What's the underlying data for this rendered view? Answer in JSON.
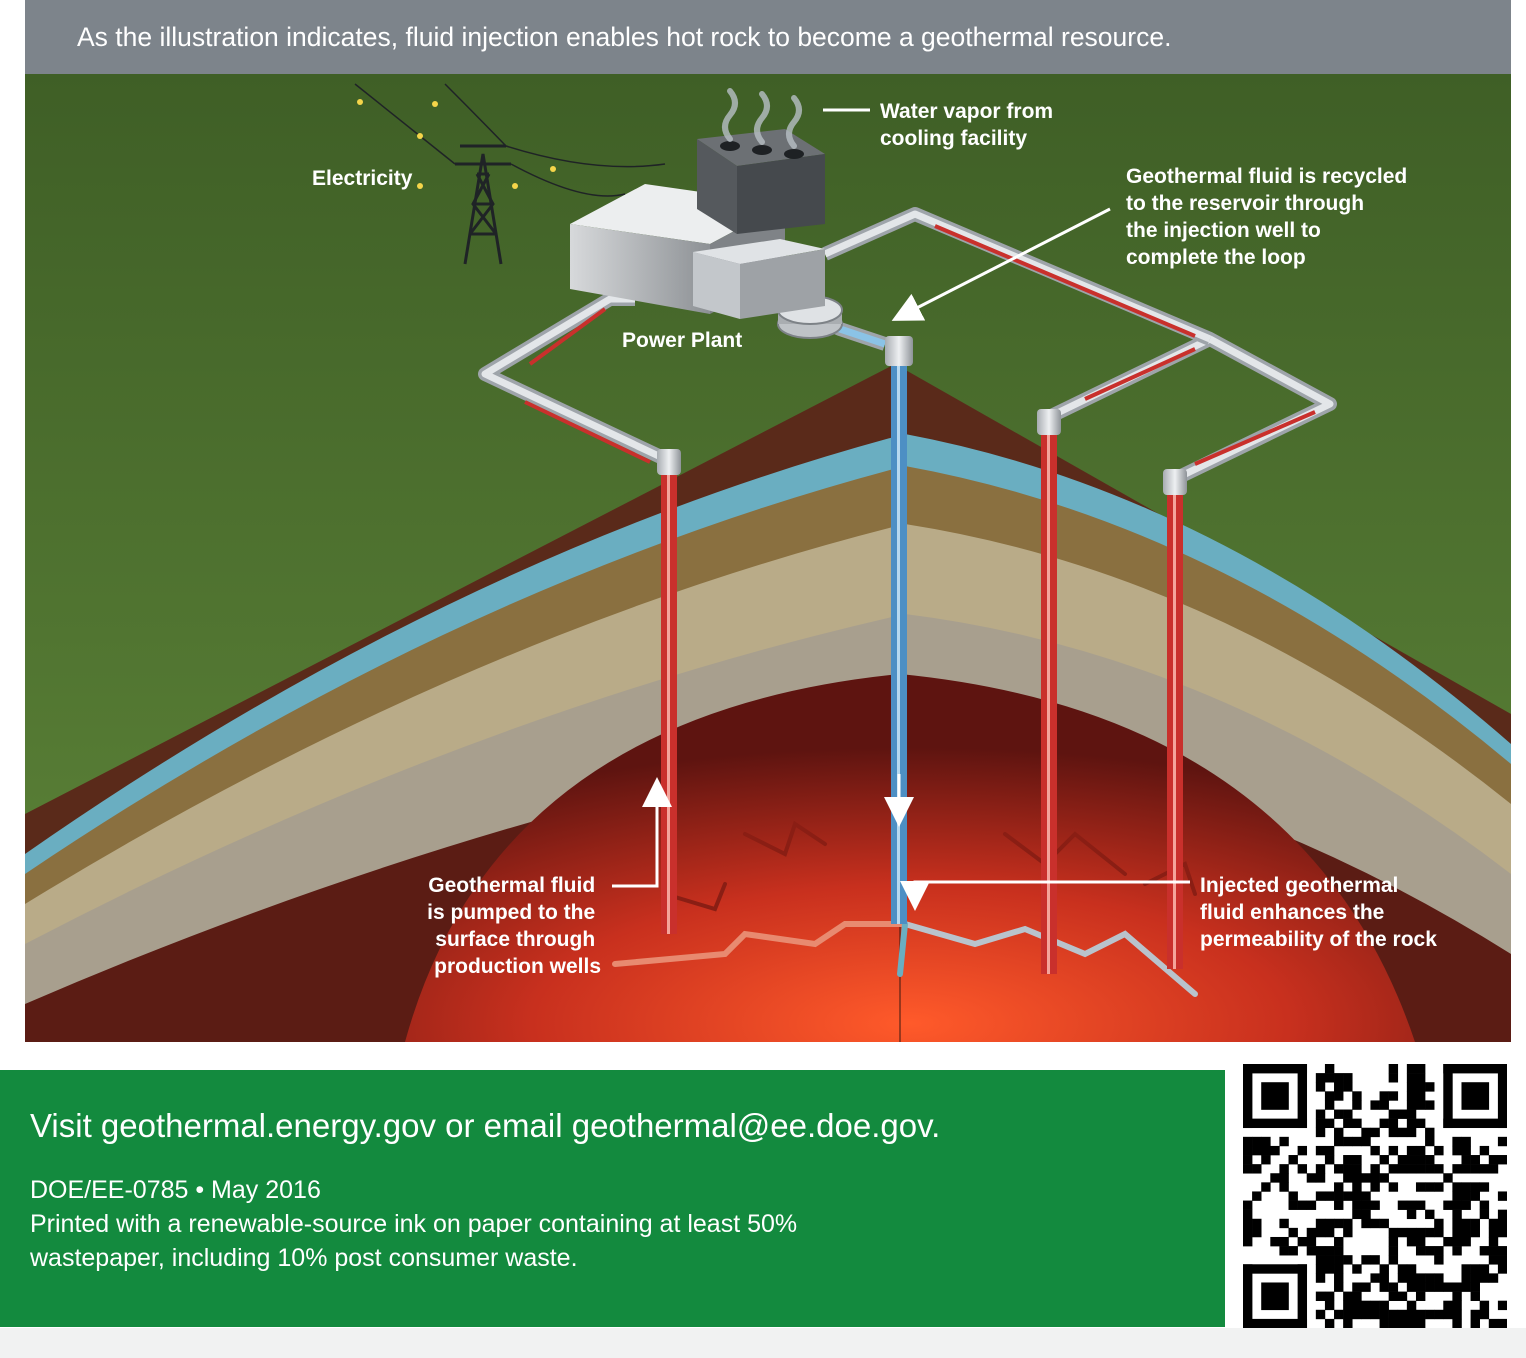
{
  "caption": "As the illustration indicates, fluid injection enables hot rock to become a geothermal resource.",
  "diagram": {
    "labels": {
      "water_vapor": [
        "Water vapor from",
        "cooling facility"
      ],
      "electricity": "Electricity",
      "power_plant": "Power Plant",
      "recycled": [
        "Geothermal fluid is recycled",
        "to the reservoir through",
        "the injection well to",
        "complete the loop"
      ],
      "pumped": [
        "Geothermal fluid",
        "is pumped to the",
        "surface through",
        "production wells"
      ],
      "injected": [
        "Injected geothermal",
        "fluid enhances the",
        "permeability of the rock"
      ]
    },
    "colors": {
      "ground": "#4f7131",
      "hot_rock": "#d8361f",
      "water_layer": "#6aaec1",
      "production_pipe": "#c9302c",
      "injection_pipe": "#4d8fc4"
    }
  },
  "footer": {
    "visit": "Visit geothermal.energy.gov or email geothermal@ee.doe.gov.",
    "doc_id": "DOE/EE-0785 • May 2016",
    "printed_line1": "Printed with a renewable-source ink on paper containing at least 50%",
    "printed_line2": "wastepaper, including 10% post consumer waste.",
    "brand_color": "#138a3e"
  },
  "qr_code": {
    "icon": "qr-code-icon"
  }
}
